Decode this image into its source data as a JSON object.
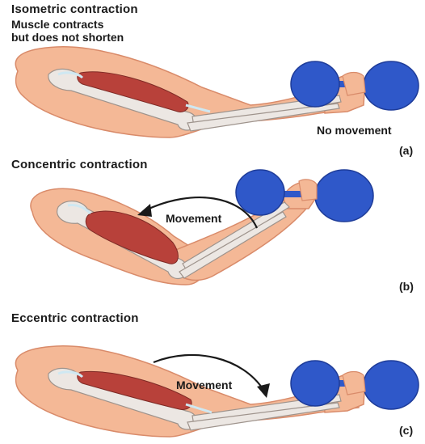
{
  "panels": [
    {
      "title": "Isometric contraction",
      "subtitle": [
        "Muscle contracts",
        "but does not shorten"
      ],
      "annotation": "No movement",
      "letter": "(a)"
    },
    {
      "title": "Concentric contraction",
      "annotation": "Movement",
      "letter": "(b)"
    },
    {
      "title": "Eccentric contraction",
      "annotation": "Movement",
      "letter": "(c)"
    }
  ],
  "colors": {
    "skin": "#f4b896",
    "skin_outline": "#d98b6a",
    "bone": "#ece7e3",
    "bone_outline": "#9e938c",
    "muscle": "#b8413a",
    "tendon": "#cfe8f2",
    "dumbbell": "#2f58c9",
    "dumbbell_dark": "#1e3c99",
    "text": "#1a1a1a"
  }
}
